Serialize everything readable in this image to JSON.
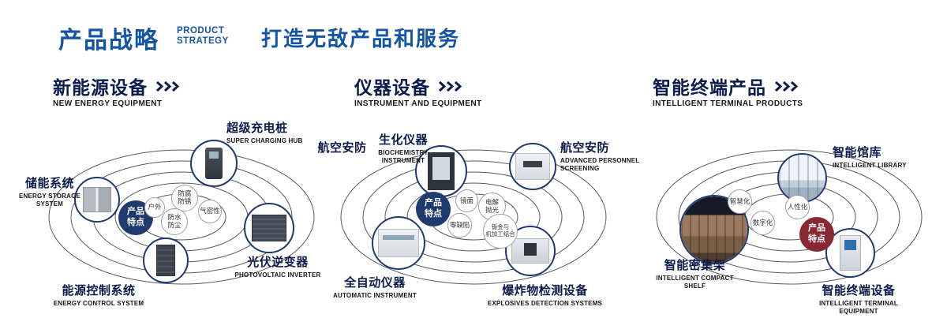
{
  "header": {
    "title_cn": "产品战略",
    "title_en": "PRODUCT\nSTRATEGY",
    "slogan": "打造无敌产品和服务"
  },
  "sections": [
    {
      "title_cn": "新能源设备",
      "title_en": "NEW ENERGY EQUIPMENT",
      "badge": "产品\n特点",
      "badge_color": "#1e3a6e",
      "features": [
        "户外",
        "防腐\n防锈",
        "气密性",
        "防水\n防尘"
      ],
      "nodes": [
        {
          "cn": "储能系统",
          "en": "ENERGY STORAGE\nSYSTEM"
        },
        {
          "cn": "超级充电桩",
          "en": "SUPER CHARGING HUB"
        },
        {
          "cn": "光伏逆变器",
          "en": "PHOTOVOLTAIC INVERTER"
        },
        {
          "cn": "能源控制系统",
          "en": "ENERGY CONTROL SYSTEM"
        }
      ]
    },
    {
      "title_cn": "仪器设备",
      "title_en": "INSTRUMENT AND EQUIPMENT",
      "badge": "产品\n特点",
      "badge_color": "#1e3a6e",
      "features": [
        "镜面",
        "电解\n抛光",
        "零缺陷",
        "钣金与\n机加工结合"
      ],
      "nodes": [
        {
          "cn": "航空安防",
          "en": ""
        },
        {
          "cn": "生化仪器",
          "en": "BIOCHEMISTRY\nINSTRUMENT"
        },
        {
          "cn": "航空安防",
          "en": "ADVANCED PERSONNEL\nSCREENING"
        },
        {
          "cn": "全自动仪器",
          "en": "AUTOMATIC INSTRUMENT"
        },
        {
          "cn": "爆炸物检测设备",
          "en": "EXPLOSIVES DETECTION SYSTEMS"
        }
      ]
    },
    {
      "title_cn": "智能终端产品",
      "title_en": "INTELLIGENT TERMINAL PRODUCTS",
      "badge": "产品\n特点",
      "badge_color": "#8a2734",
      "features": [
        "智慧化",
        "人性化",
        "数字化"
      ],
      "nodes": [
        {
          "cn": "智能馆库",
          "en": "INTELLIGENT LIBRARY"
        },
        {
          "cn": "智能密集架",
          "en": "INTELLIGENT COMPACT\nSHELF"
        },
        {
          "cn": "智能终端设备",
          "en": "INTELLIGENT TERMINAL EQUIPMENT"
        }
      ]
    }
  ]
}
